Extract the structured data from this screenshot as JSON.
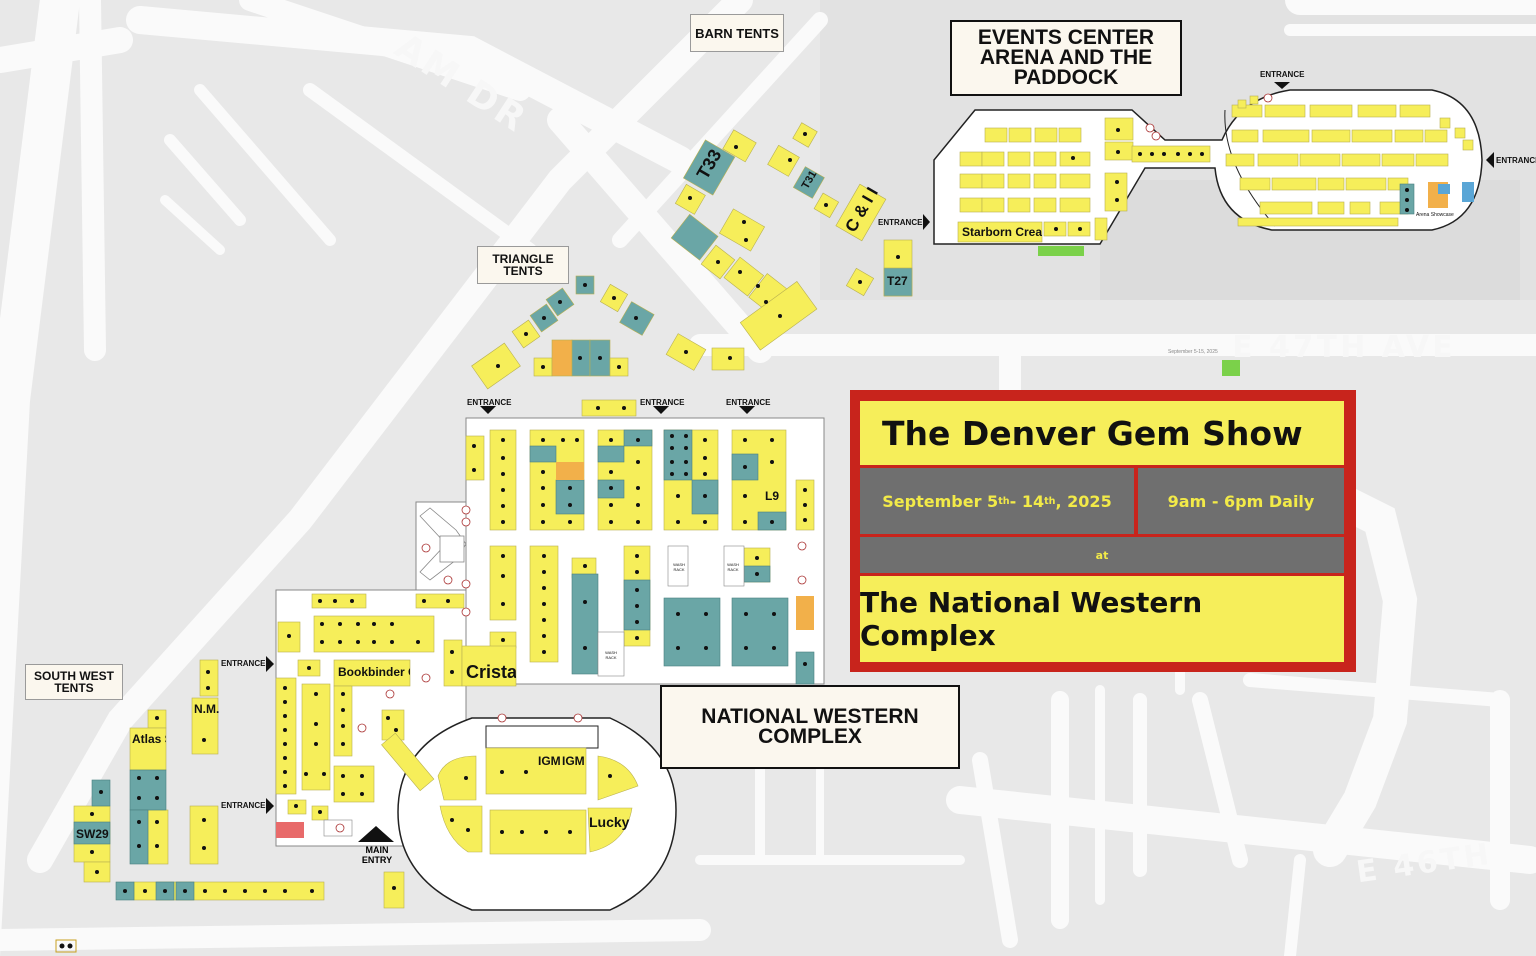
{
  "labels": {
    "barn_tents": "BARN TENTS",
    "triangle_tents": "TRIANGLE TENTS",
    "south_west_tents": "SOUTH WEST TENTS",
    "events_center": "EVENTS CENTER ARENA AND THE PADDOCK",
    "national_western": "NATIONAL WESTERN COMPLEX",
    "main_entry": "MAIN ENTRY",
    "entrance": "ENTRANCE"
  },
  "streets": {
    "e47": "E 47TH AVE",
    "e46": "E 46TH",
    "dr": "AM DR"
  },
  "booths": {
    "t33": "T33",
    "t31": "T31",
    "ci": "C & I I",
    "t27": "T27",
    "l9": "L9",
    "starborn": "Starborn Creat",
    "bookbinder": "Bookbinder C",
    "crista": "Crista",
    "nm": "N.M.",
    "atlas": "Atlas S",
    "sw29": "SW29",
    "igm1": "IGM",
    "igm2": "IGM",
    "lucky": "Lucky",
    "arena_showcase": "Arena Showcase",
    "wash1": "WASH RACK",
    "wash2": "WASH RACK",
    "wash3": "WASH RACK",
    "tiny_date": "September 5-15, 2025"
  },
  "info": {
    "title": "The Denver Gem Show",
    "dates_prefix": "September 5",
    "dates_sup1": "th",
    "dates_mid": " - 14",
    "dates_sup2": "th",
    "dates_suffix": ", 2025",
    "hours": "9am - 6pm Daily",
    "at": "at",
    "venue": "The National Western Complex"
  },
  "colors": {
    "booth_yellow": "#f6ee5a",
    "booth_teal": "#6aa6a6",
    "booth_orange": "#f2b04a",
    "info_red": "#c8241c",
    "info_gray": "#6f6f6f",
    "road_white": "#fafafa",
    "ground": "#e8e8e8"
  }
}
